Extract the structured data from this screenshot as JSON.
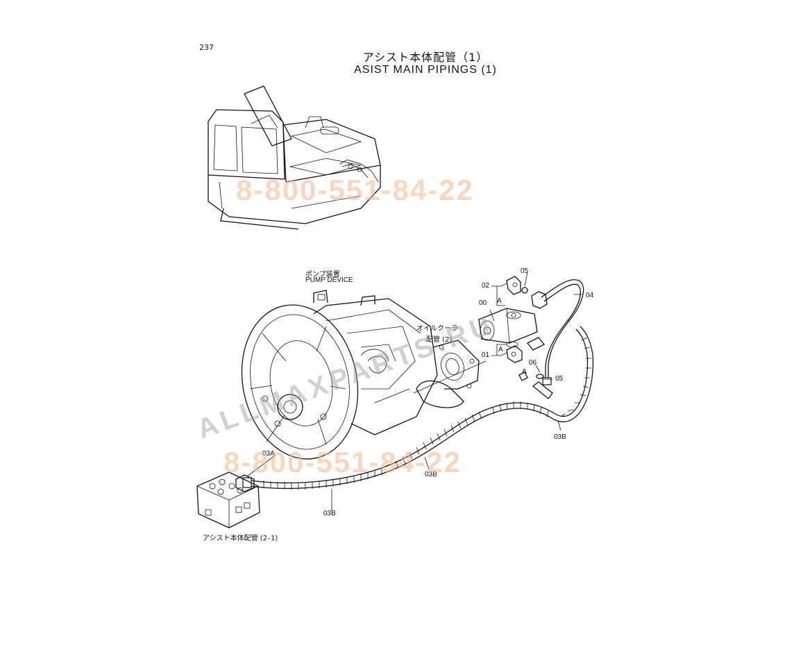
{
  "page": {
    "number": "237",
    "title_jp": "アシスト本体配管（1）",
    "title_en": "ASIST MAIN PIPINGS  (1)"
  },
  "labels": {
    "pump_device_jp": "ポンプ装置",
    "pump_device_en": "PUMP DEVICE",
    "oil_cooler_jp": "オイルクーラ",
    "oil_cooler_sub": "配管 (2)",
    "ref_assist_jp": "アシスト本体配管 (2–1)",
    "part_00": "00",
    "part_01": "01",
    "part_02": "02",
    "part_04": "04",
    "part_05_top": "05",
    "part_05_right": "05",
    "part_06": "06",
    "part_03A": "03A",
    "part_03B_bottom": "03B",
    "part_03B_middle": "03B",
    "part_03B_right": "03B",
    "detail_a_top": "A",
    "detail_a_bottom": "A",
    "detail_a_mid": "A"
  },
  "watermarks": {
    "phone_top": "8-800-551-84-22",
    "phone_bottom": "8-800-551-84-22",
    "site": "ALLMAXPARTS.RU"
  }
}
